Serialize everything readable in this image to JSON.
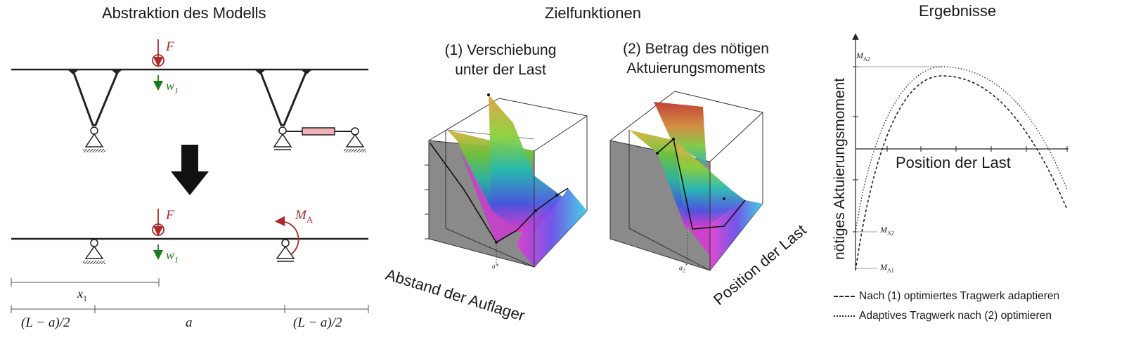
{
  "panels": {
    "model": {
      "title": "Abstraktion des Modells",
      "labels": {
        "force": "F",
        "displacement": "w",
        "displacement_sub": "1",
        "moment": "M",
        "moment_sub": "A",
        "x": "x",
        "x_sub": "1",
        "dim_left": "(L − a)/2",
        "dim_mid": "a",
        "dim_right": "(L − a)/2"
      }
    },
    "objectives": {
      "title": "Zielfunktionen",
      "sub1_line1": "(1) Verschiebung",
      "sub1_line2": "unter der Last",
      "sub2_line1": "(2) Betrag des nötigen",
      "sub2_line2": "Aktuierungsmoments",
      "axis1": "Abstand der Auflager",
      "axis2": "Position der Last",
      "tick1": "a*",
      "tick2": "a",
      "tick2_sub": "2",
      "tick2_sup": "*"
    },
    "results": {
      "title": "Ergebnisse",
      "ylabel": "nötiges Aktuierungsmoment",
      "xlabel": "Position der Last",
      "mark_top": "M",
      "mark_top_sub": "A2",
      "mark_mid": "M",
      "mark_mid_sub": "A2",
      "mark_bot": "M",
      "mark_bot_sub": "A1",
      "legend_dashed": "Nach (1) optimiertes Tragwerk adaptieren",
      "legend_dotted": "Adaptives Tragwerk nach (2) optimieren"
    }
  },
  "colors": {
    "force": "#b02a2a",
    "displacement": "#1e7a1e",
    "actuator": "#f0b0b8",
    "wall_gray": "#808080"
  }
}
